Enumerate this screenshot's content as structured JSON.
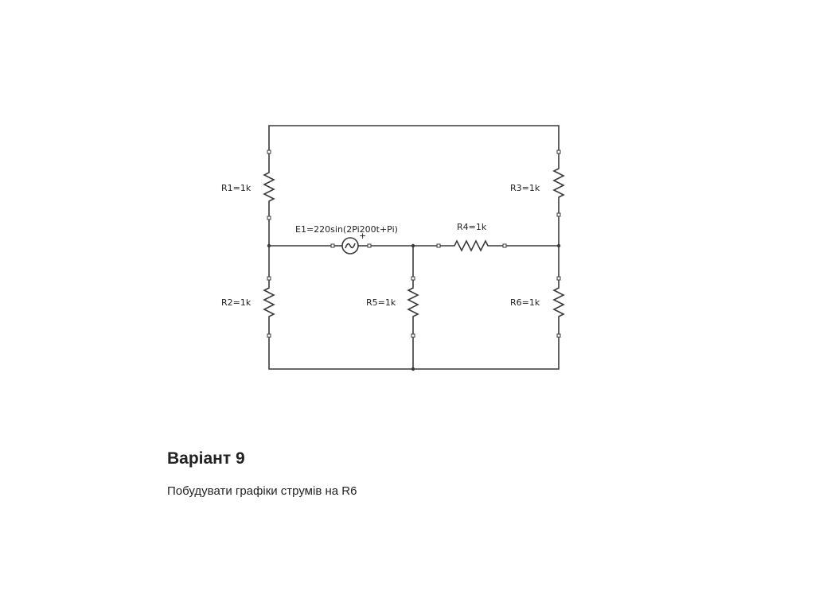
{
  "slide": {
    "title": "Варіант 9",
    "task": "Побудувати графіки струмів на R6"
  },
  "circuit": {
    "components": {
      "R1": "R1=1k",
      "R2": "R2=1k",
      "R3": "R3=1k",
      "R4": "R4=1k",
      "R5": "R5=1k",
      "R6": "R6=1k",
      "E1": "E1=220sin(2Pi200t+Pi)"
    },
    "colors": {
      "wire": "#3a3a3a",
      "text": "#222222",
      "background": "#ffffff"
    }
  }
}
